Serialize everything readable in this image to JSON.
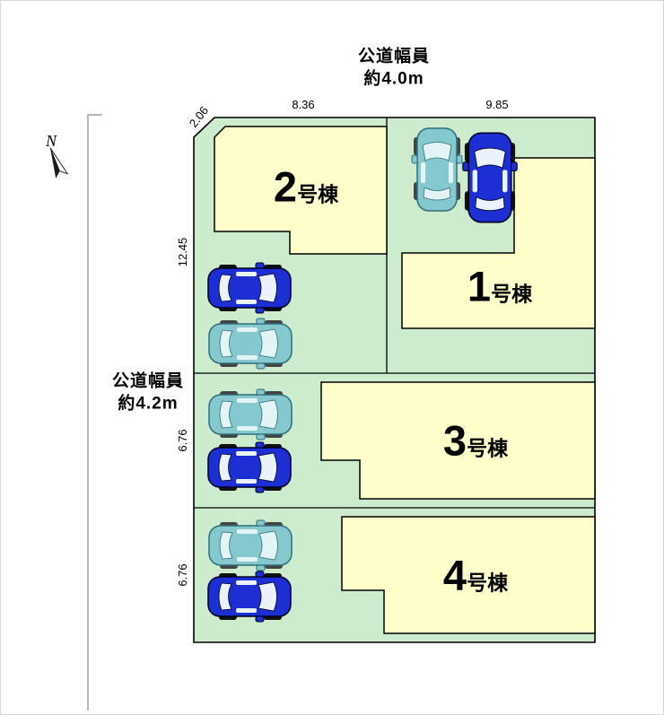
{
  "compass": {
    "label": "N"
  },
  "roads": {
    "top": {
      "line1": "公道幅員",
      "line2": "約4.0m"
    },
    "left": {
      "line1": "公道幅員",
      "line2": "約4.2m"
    }
  },
  "dimensions": {
    "diag_top_left": "2.06",
    "width_left_section": "8.36",
    "width_right_section": "9.85",
    "height_top_section": "12.45",
    "height_mid_section": "6.76",
    "height_bottom_section": "6.76"
  },
  "buildings": [
    {
      "number": "1",
      "suffix": "号棟"
    },
    {
      "number": "2",
      "suffix": "号棟"
    },
    {
      "number": "3",
      "suffix": "号棟"
    },
    {
      "number": "4",
      "suffix": "号棟"
    }
  ],
  "cars": [
    {
      "color": "teal",
      "orientation": "vertical",
      "area": "lot-1-parking"
    },
    {
      "color": "blue",
      "orientation": "vertical",
      "area": "lot-1-parking"
    },
    {
      "color": "blue",
      "orientation": "horizontal",
      "area": "lot-2-parking"
    },
    {
      "color": "teal",
      "orientation": "horizontal",
      "area": "lot-2-parking"
    },
    {
      "color": "teal",
      "orientation": "horizontal",
      "area": "lot-3-parking"
    },
    {
      "color": "blue",
      "orientation": "horizontal",
      "area": "lot-3-parking"
    },
    {
      "color": "teal",
      "orientation": "horizontal",
      "area": "lot-4-parking"
    },
    {
      "color": "blue",
      "orientation": "horizontal",
      "area": "lot-4-parking"
    }
  ],
  "colors": {
    "plot_green": "#cdebcd",
    "building_yellow": "#ffffcc",
    "car_blue": "#1c2fd2",
    "car_teal": "#85c8ce",
    "line_black": "#000000"
  }
}
